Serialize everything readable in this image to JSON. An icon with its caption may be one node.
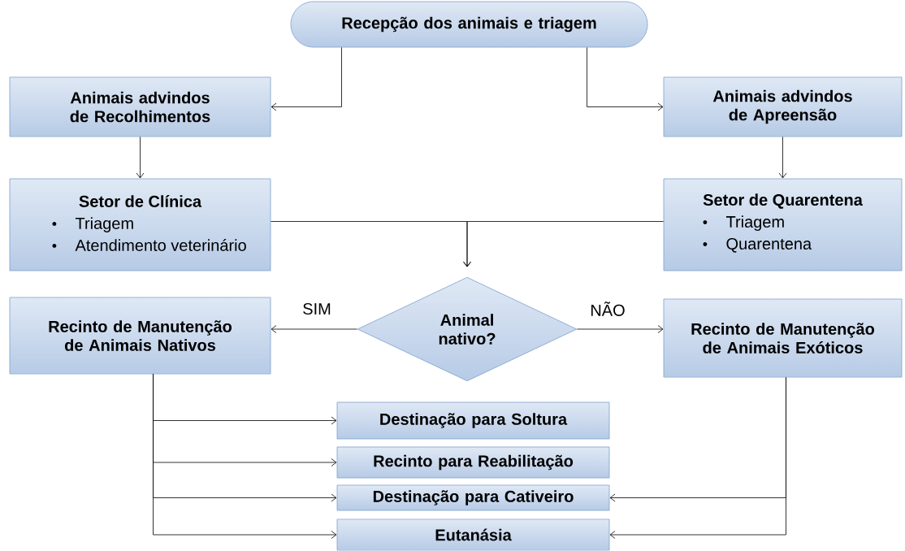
{
  "diagram": {
    "nodes": [
      {
        "text": [
          "Recepção dos animais e triagem"
        ]
      },
      {
        "text": [
          "Animais advindos de Recolhimentos"
        ]
      },
      {
        "text": [
          "Animais advindos de Apreensão"
        ]
      },
      {
        "text": [
          "Setor de Clínica",
          "Triagem",
          "Atendimento veterinário"
        ]
      },
      {
        "text": [
          "Setor de Quarentena",
          "Triagem",
          "Quarentena"
        ]
      },
      {
        "text": [
          "Animal nativo?"
        ]
      },
      {
        "text": [
          "Recinto de Manutenção de Animais Nativos"
        ]
      },
      {
        "text": [
          "Recinto de Manutenção de Animais Exóticos"
        ]
      },
      {
        "text": [
          "Destinação para Soltura"
        ]
      },
      {
        "text": [
          "Recinto para Reabilitação"
        ]
      },
      {
        "text": [
          "Destinação para Cativeiro"
        ]
      },
      {
        "text": [
          "Eutanásia"
        ]
      }
    ],
    "edges": [
      {
        "from": 0,
        "to": 1,
        "arrow": "to"
      },
      {
        "from": 0,
        "to": 2,
        "arrow": "to"
      },
      {
        "from": 1,
        "to": 3,
        "arrow": "to"
      },
      {
        "from": 2,
        "to": 4,
        "arrow": "to"
      },
      {
        "from": 3,
        "to": 5,
        "arrow": "to"
      },
      {
        "from": 4,
        "to": 5,
        "arrow": "to"
      },
      {
        "from": 5,
        "to": 6,
        "arrow": "to",
        "label": "SIM"
      },
      {
        "from": 5,
        "to": 7,
        "arrow": "to",
        "label": "NÃO"
      },
      {
        "from": 6,
        "to": 8,
        "arrow": "to"
      },
      {
        "from": 6,
        "to": 9,
        "arrow": "to"
      },
      {
        "from": 6,
        "to": 10,
        "arrow": "to"
      },
      {
        "from": 6,
        "to": 11,
        "arrow": "to"
      },
      {
        "from": 7,
        "to": 10,
        "arrow": "to"
      },
      {
        "from": 7,
        "to": 11,
        "arrow": "to"
      }
    ]
  }
}
